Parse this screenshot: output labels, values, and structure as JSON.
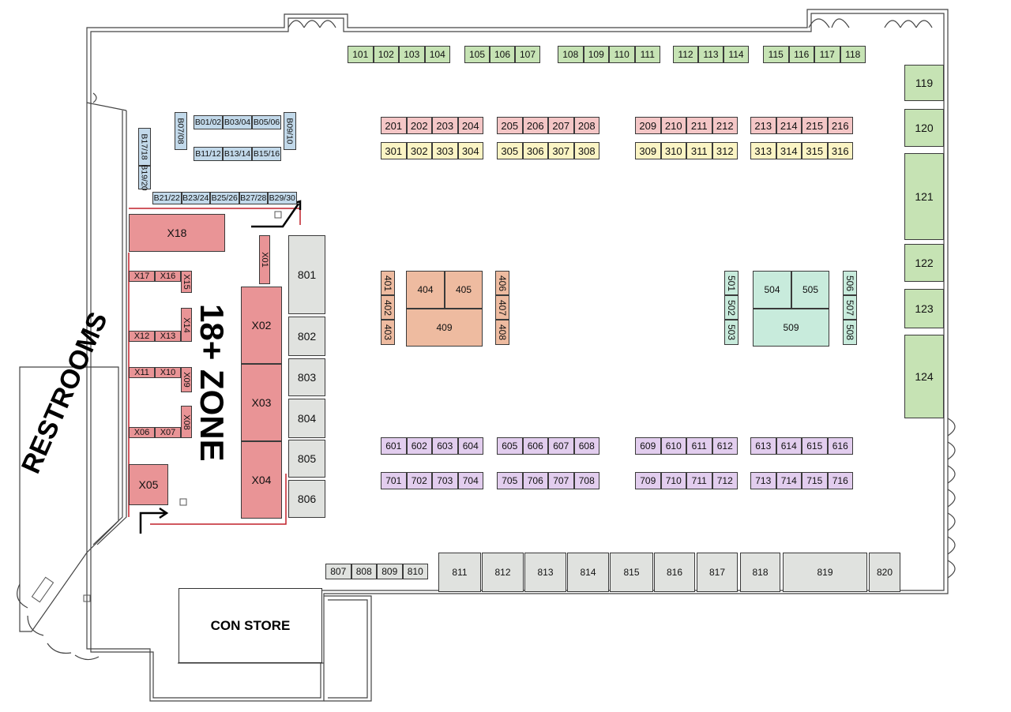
{
  "colors": {
    "vendor_green": "#c6e3b4",
    "tier_200_red": "#f4c6c6",
    "tier_300_yellow": "#fbf4c4",
    "tier_400_tan": "#eebba0",
    "tier_500_mint": "#c8ebdc",
    "tier_600_purple": "#e2cdee",
    "artist_blue": "#c2d9ea",
    "adult_red": "#e99496",
    "gray": "#e0e2df"
  },
  "labels": {
    "restrooms": "RESTROOMS",
    "adult_zone": "18+ ZONE",
    "con_store": "CON STORE"
  },
  "booths": {
    "row_100": [
      "101",
      "102",
      "103",
      "104",
      "105",
      "106",
      "107",
      "108",
      "109",
      "110",
      "111",
      "112",
      "113",
      "114",
      "115",
      "116",
      "117",
      "118"
    ],
    "right_wall": [
      "119",
      "120",
      "121",
      "122",
      "123",
      "124"
    ],
    "row_200": [
      "201",
      "202",
      "203",
      "204",
      "205",
      "206",
      "207",
      "208",
      "209",
      "210",
      "211",
      "212",
      "213",
      "214",
      "215",
      "216"
    ],
    "row_300": [
      "301",
      "302",
      "303",
      "304",
      "305",
      "306",
      "307",
      "308",
      "309",
      "310",
      "311",
      "312",
      "313",
      "314",
      "315",
      "316"
    ],
    "island_400": [
      "401",
      "402",
      "403",
      "404",
      "405",
      "406",
      "407",
      "408",
      "409"
    ],
    "island_500": [
      "501",
      "502",
      "503",
      "504",
      "505",
      "506",
      "507",
      "508",
      "509"
    ],
    "row_600": [
      "601",
      "602",
      "603",
      "604",
      "605",
      "606",
      "607",
      "608",
      "609",
      "610",
      "611",
      "612",
      "613",
      "614",
      "615",
      "616"
    ],
    "row_700": [
      "701",
      "702",
      "703",
      "704",
      "705",
      "706",
      "707",
      "708",
      "709",
      "710",
      "711",
      "712",
      "713",
      "714",
      "715",
      "716"
    ],
    "row_800": [
      "801",
      "802",
      "803",
      "804",
      "805",
      "806",
      "807",
      "808",
      "809",
      "810",
      "811",
      "812",
      "813",
      "814",
      "815",
      "816",
      "817",
      "818",
      "819",
      "820"
    ],
    "artist_alley": [
      "B01/02",
      "B03/04",
      "B05/06",
      "B07/08",
      "B09/10",
      "B11/12",
      "B13/14",
      "B15/16",
      "B17/18",
      "B19/20",
      "B21/22",
      "B23/24",
      "B25/26",
      "B27/28",
      "B29/30"
    ],
    "adult_zone": [
      "X01",
      "X02",
      "X03",
      "X04",
      "X05",
      "X06",
      "X07",
      "X08",
      "X09",
      "X10",
      "X11",
      "X12",
      "X13",
      "X14",
      "X15",
      "X16",
      "X17",
      "X18"
    ]
  }
}
